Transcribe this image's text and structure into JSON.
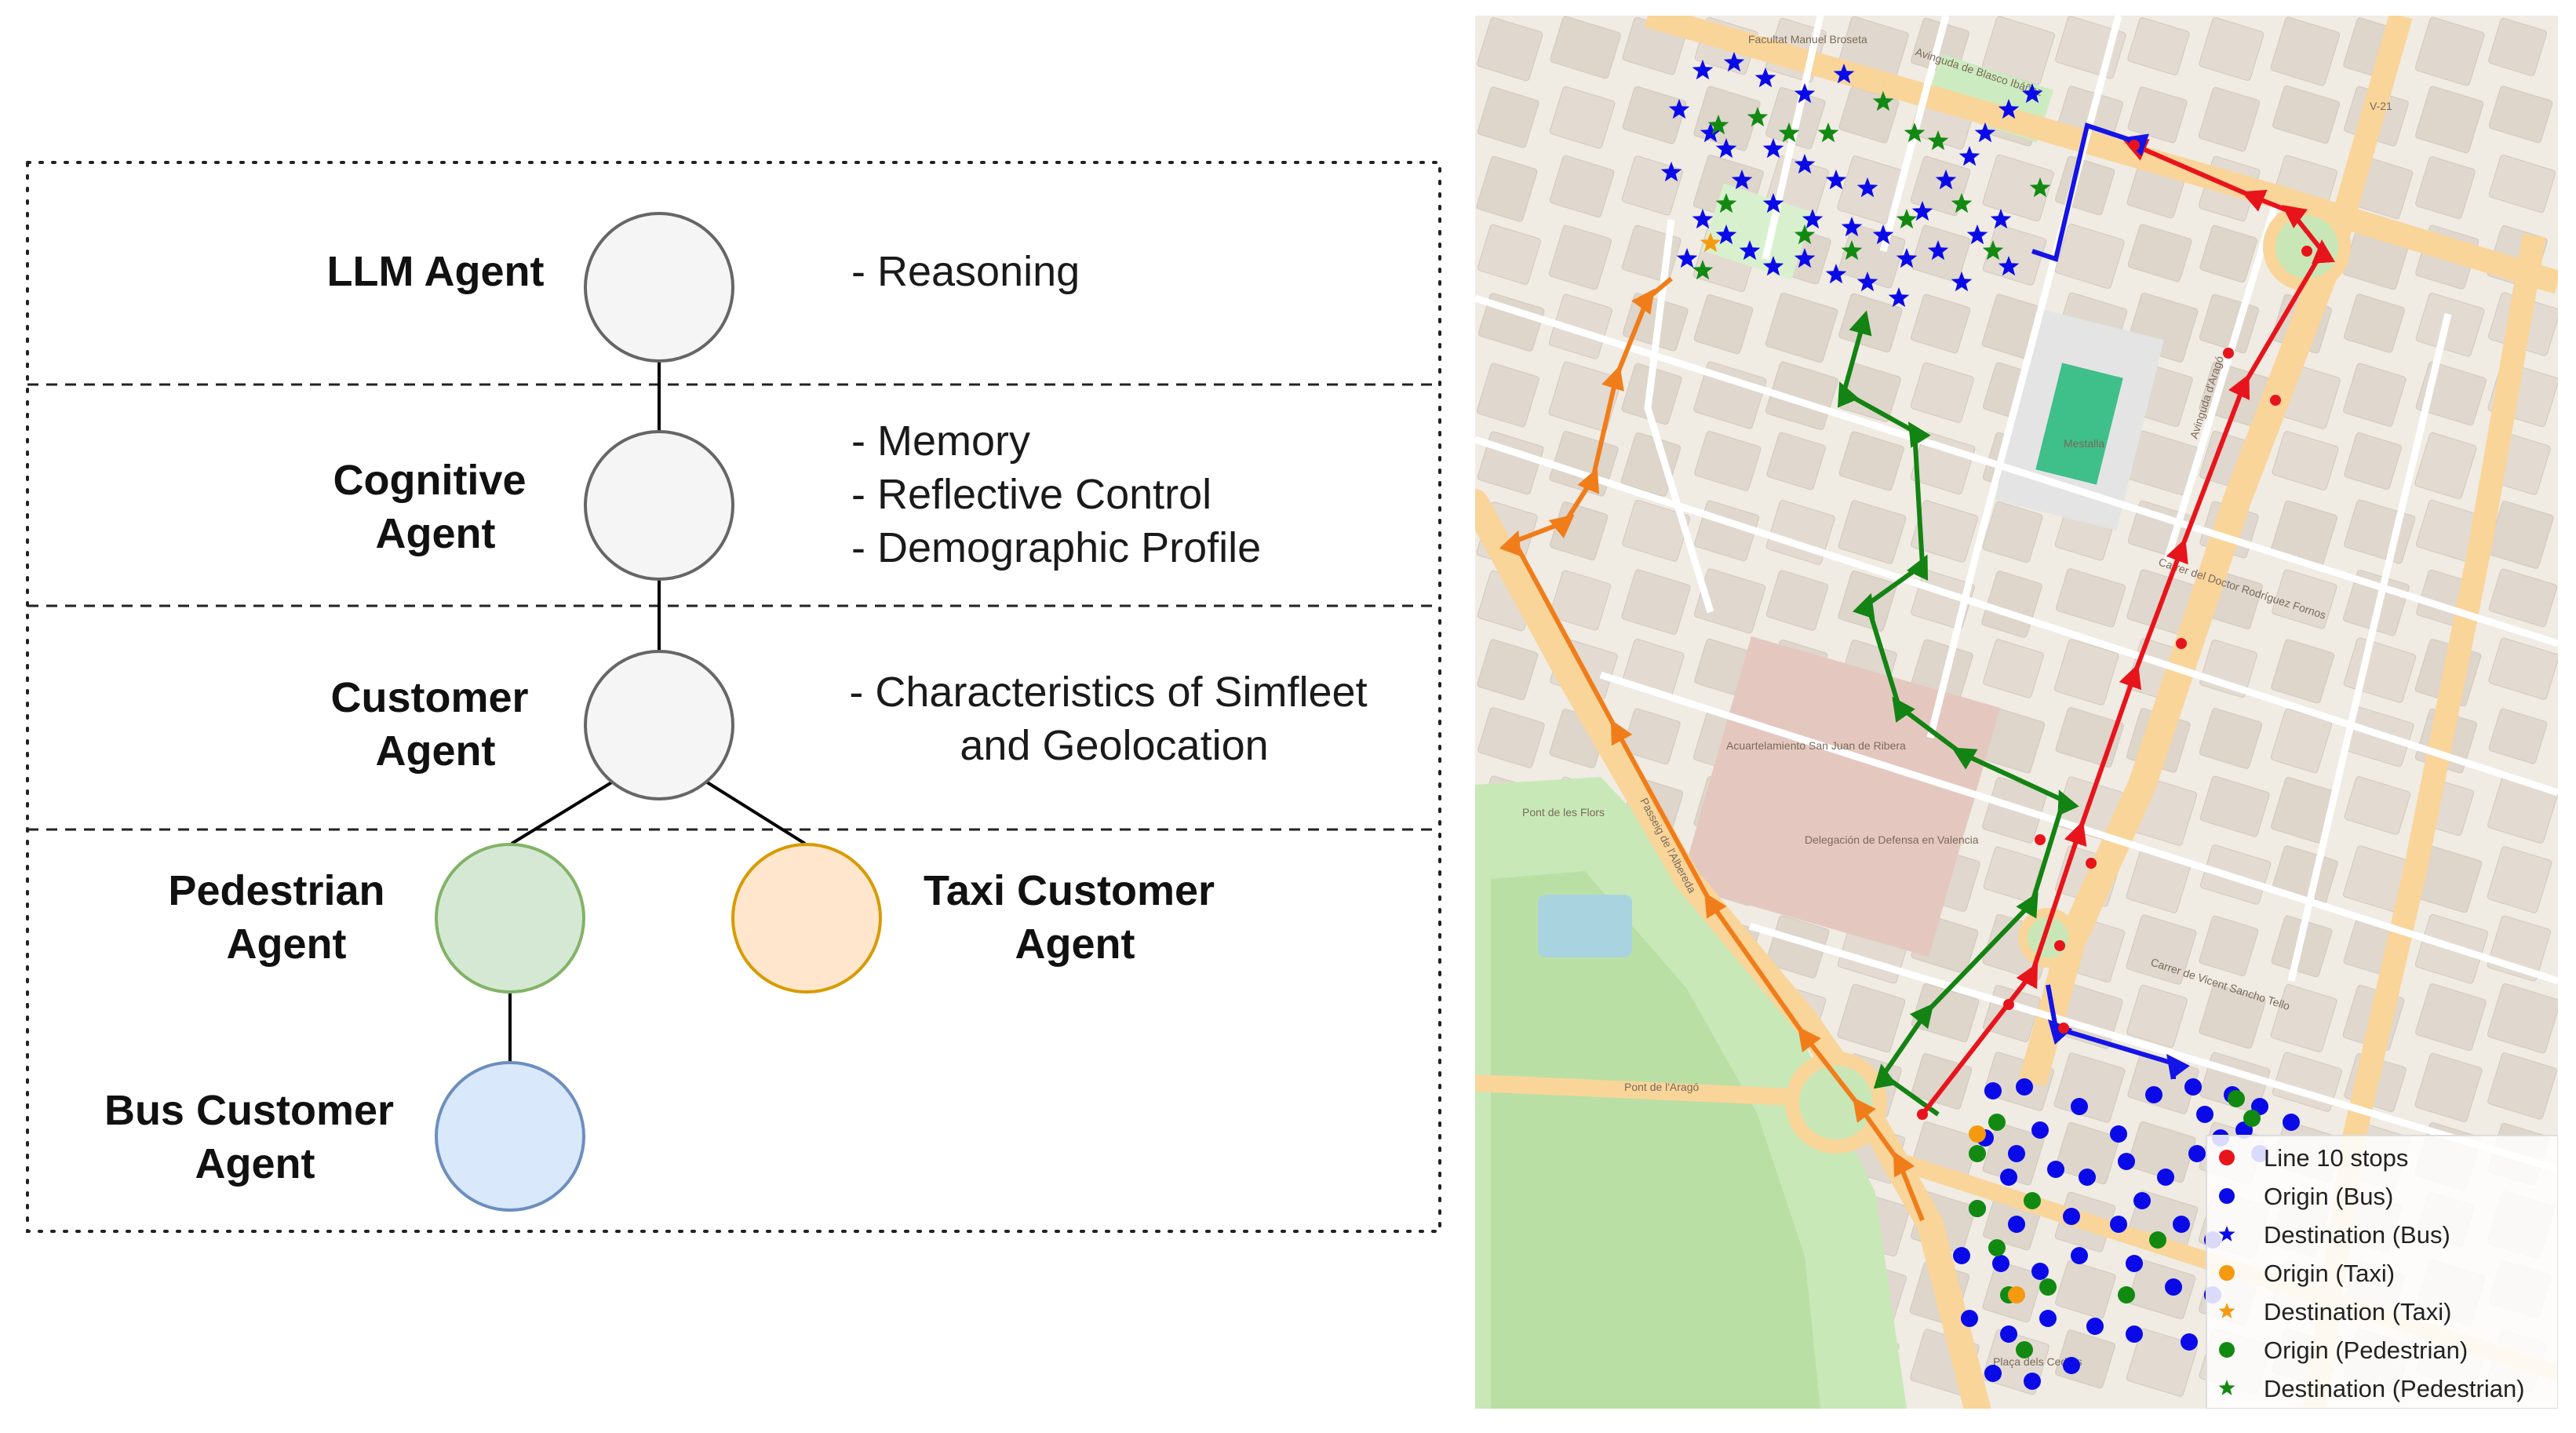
{
  "hierarchy": {
    "levels": [
      {
        "id": "llm",
        "label_lines": [
          "LLM Agent"
        ],
        "features": [
          "- Reasoning"
        ]
      },
      {
        "id": "cognitive",
        "label_lines": [
          "Cognitive",
          "Agent"
        ],
        "features": [
          "- Memory",
          "- Reflective Control",
          "- Demographic Profile"
        ]
      },
      {
        "id": "customer",
        "label_lines": [
          "Customer",
          "Agent"
        ],
        "features": [
          "- Characteristics of Simfleet",
          "and Geolocation"
        ]
      }
    ],
    "children": {
      "pedestrian": {
        "label_lines": [
          "Pedestrian",
          "Agent"
        ],
        "fill": "#d5e8d4",
        "stroke": "#82b366"
      },
      "taxi": {
        "label_lines": [
          "Taxi Customer",
          "Agent"
        ],
        "fill": "#ffe6cc",
        "stroke": "#d79b00"
      },
      "bus": {
        "label_lines": [
          "Bus Customer",
          "Agent"
        ],
        "fill": "#dae8fc",
        "stroke": "#6c8ebf"
      }
    },
    "node_fill": "#f5f5f5",
    "node_stroke": "#666666"
  },
  "map": {
    "place_labels": [
      "Facultat Manuel Broseta",
      "Mestalla",
      "Acuartelamiento San Juan de Ribera",
      "Delegación de Defensa en Valencia",
      "Pont de l'Aragó",
      "Pont de les Flors",
      "Plaça dels Cedres",
      "Avinguda de Blasco Ibáñez",
      "Avinguda d'Aragó",
      "Passeig de l'Albereda",
      "Carrer del Doctor Rodríguez Fornos",
      "Carrer de Vicent Sancho Tello",
      "V-21"
    ],
    "route_colors": {
      "bus": "#e8141c",
      "taxi": "#f07d1a",
      "pedestrian": "#138313",
      "walk_to_bus": "#1414e6"
    },
    "legend": [
      {
        "label": "Line 10 stops",
        "symbol": "dot",
        "color": "#e8141c"
      },
      {
        "label": "Origin (Bus)",
        "symbol": "dot",
        "color": "#0a0ae8"
      },
      {
        "label": "Destination (Bus)",
        "symbol": "star",
        "color": "#0a0ae8"
      },
      {
        "label": "Origin (Taxi)",
        "symbol": "dot",
        "color": "#f59a10"
      },
      {
        "label": "Destination (Taxi)",
        "symbol": "star",
        "color": "#f59a10"
      },
      {
        "label": "Origin (Pedestrian)",
        "symbol": "dot",
        "color": "#128a12"
      },
      {
        "label": "Destination (Pedestrian)",
        "symbol": "star",
        "color": "#128a12"
      }
    ]
  }
}
